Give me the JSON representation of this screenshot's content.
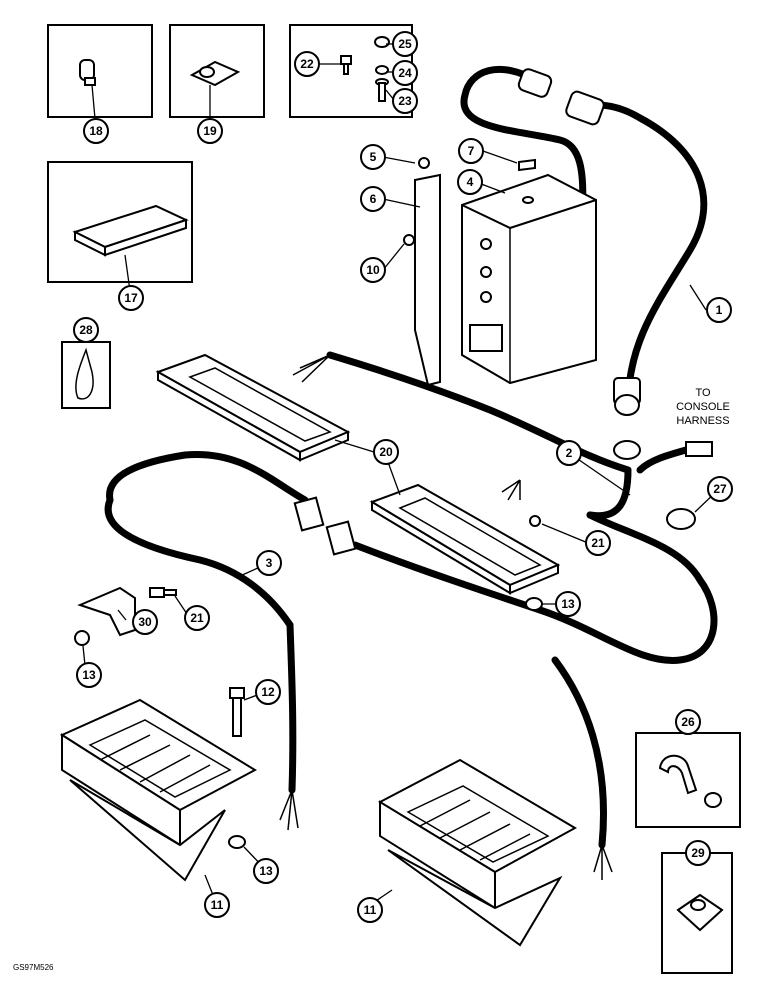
{
  "callouts": {
    "c1": "1",
    "c2": "2",
    "c3": "3",
    "c4": "4",
    "c5": "5",
    "c6": "6",
    "c7": "7",
    "c10": "10",
    "c11a": "11",
    "c11b": "11",
    "c12": "12",
    "c13a": "13",
    "c13b": "13",
    "c13c": "13",
    "c17": "17",
    "c18": "18",
    "c19": "19",
    "c20": "20",
    "c21a": "21",
    "c21b": "21",
    "c22": "22",
    "c23": "23",
    "c24": "24",
    "c25": "25",
    "c26": "26",
    "c27": "27",
    "c28": "28",
    "c29": "29",
    "c30": "30"
  },
  "note": {
    "line1": "TO",
    "line2": "CONSOLE",
    "line3": "HARNESS"
  },
  "drawing_code": "GS97M526"
}
